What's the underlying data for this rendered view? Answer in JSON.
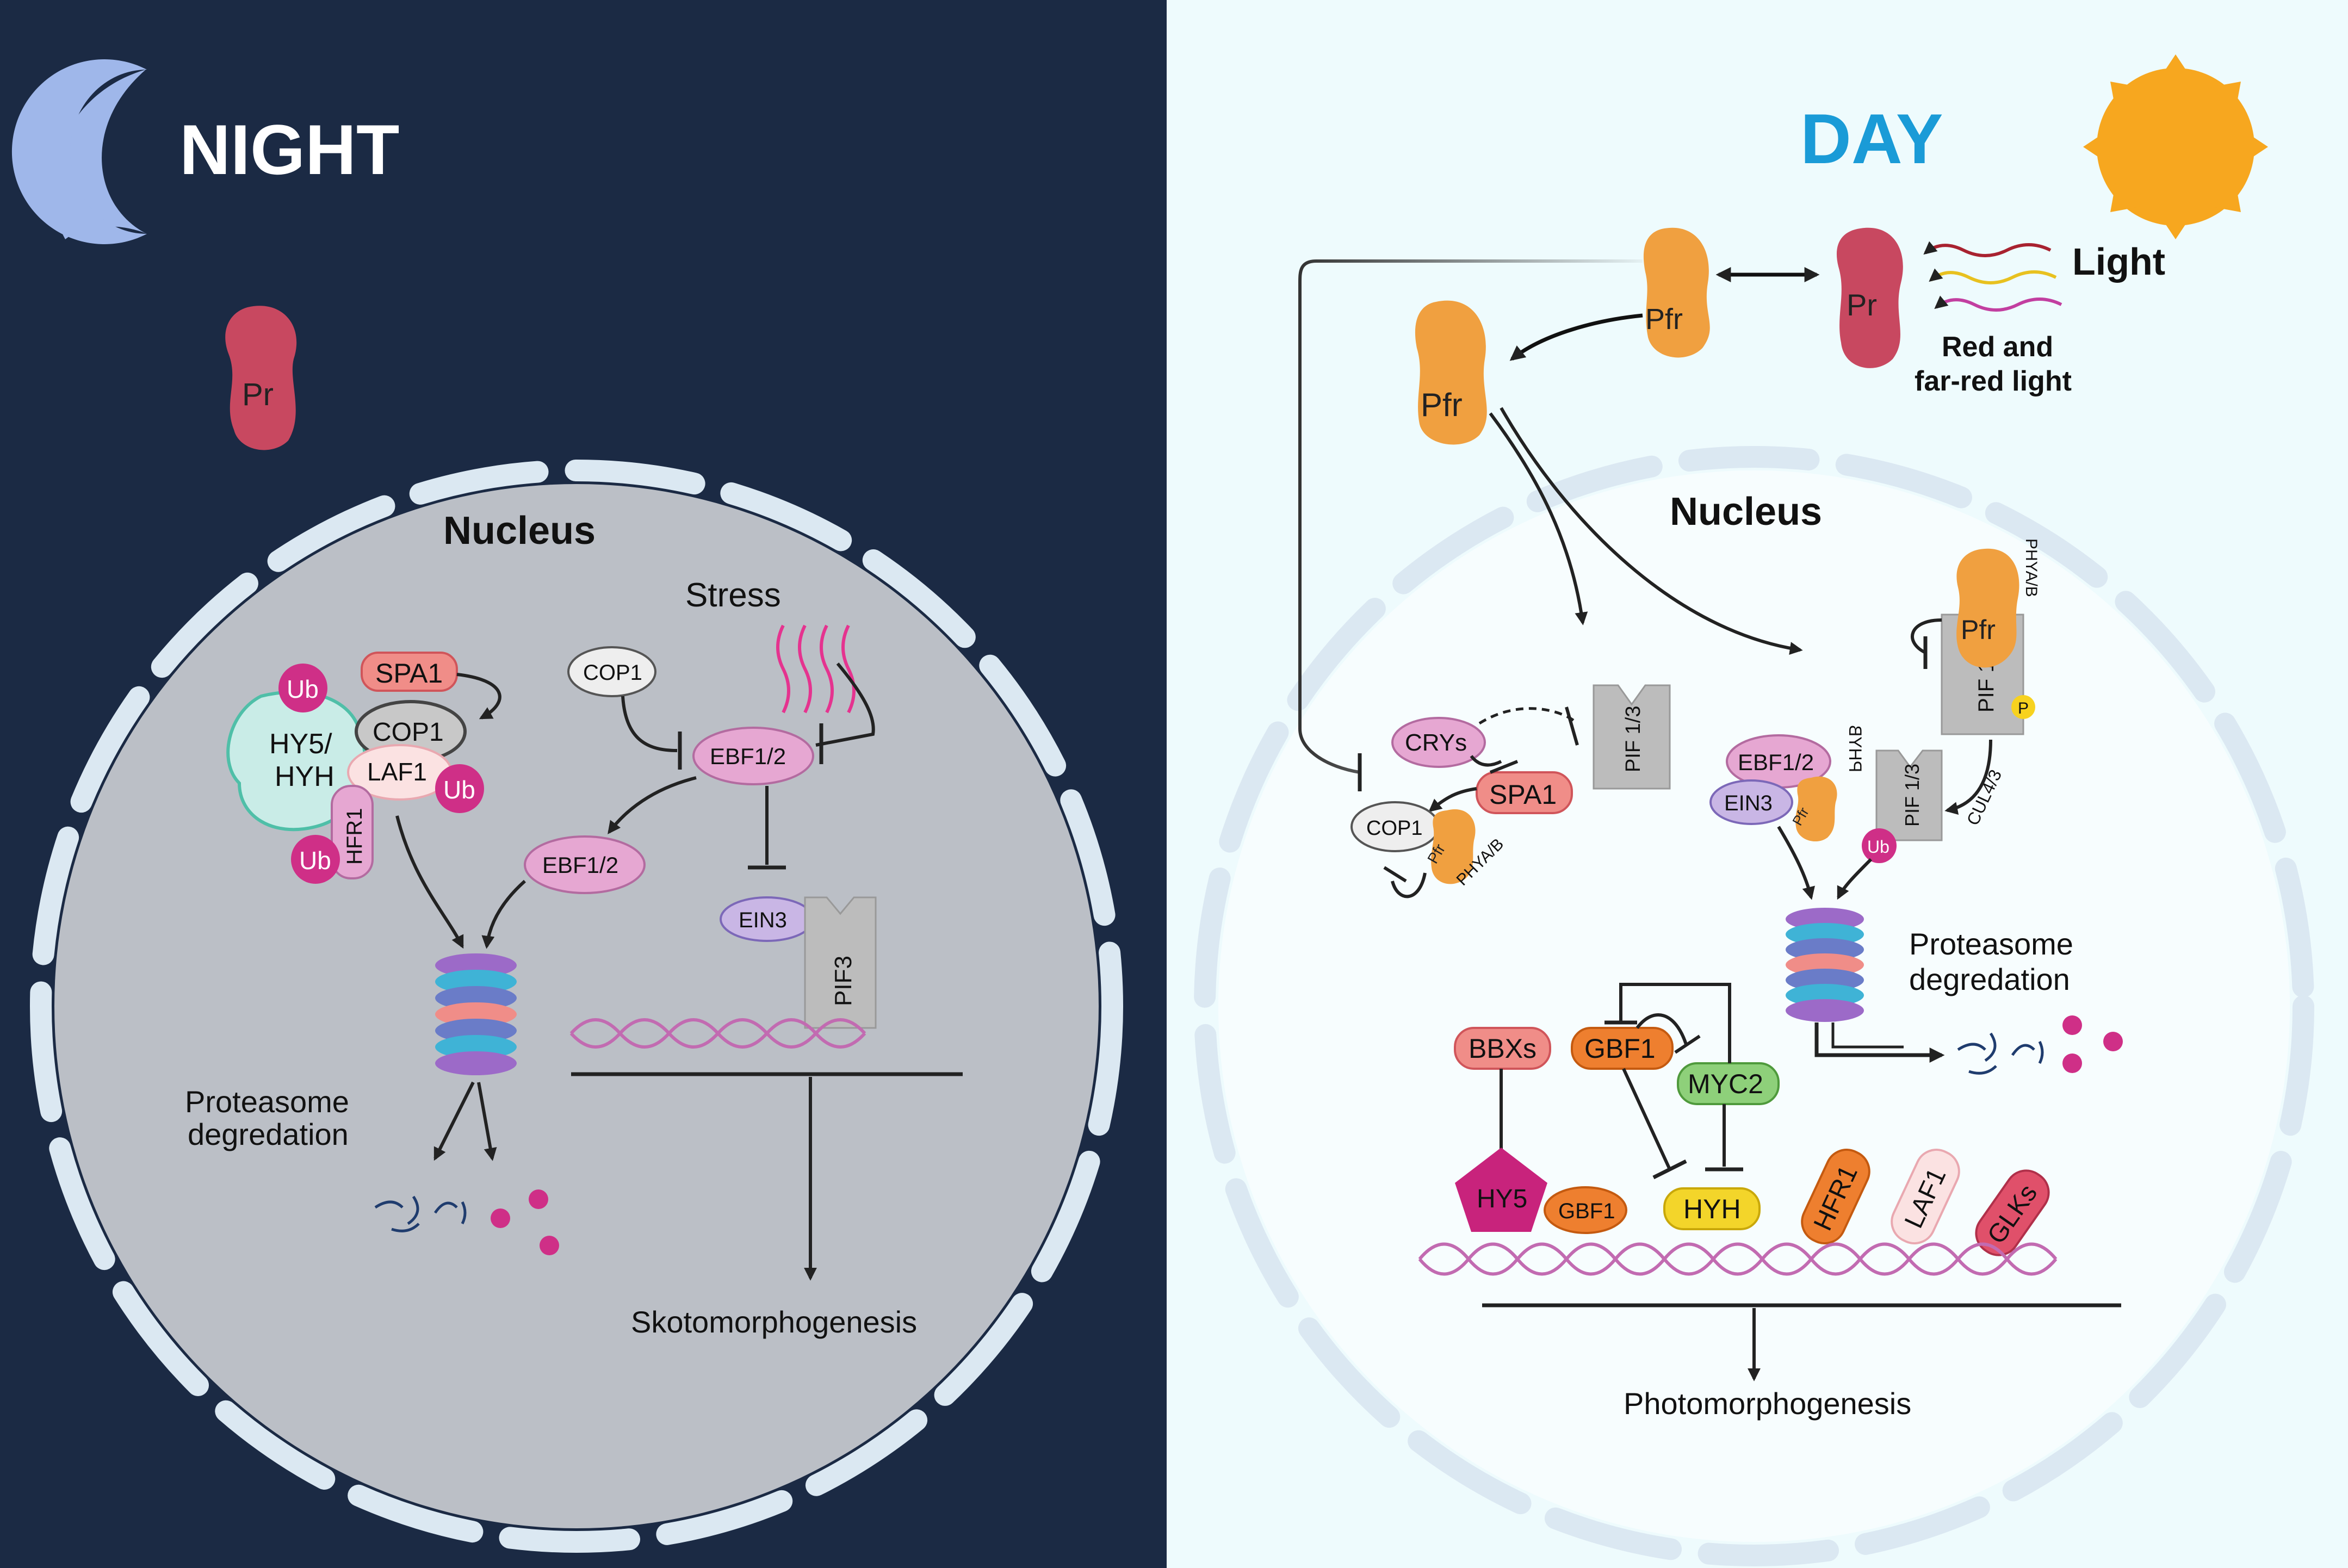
{
  "colors": {
    "night_bg": "#1b2a44",
    "day_bg": "#eefbfd",
    "nucleus_night": "#bbbfc6",
    "nucleus_day": "#f7fdfe",
    "membrane": "#dbe8f2",
    "moon": "#9fb7ea",
    "sun": "#f7a71f",
    "pr": "#c84860",
    "pfr": "#f0a040",
    "ub": "#cf2f87",
    "pif": "#bcbcbc",
    "dna": "#c26bb1"
  },
  "night": {
    "title": "NIGHT",
    "pr": "Pr",
    "nucleus": "Nucleus",
    "stress": "Stress",
    "ub": "Ub",
    "spa1": "SPA1",
    "cop1": "COP1",
    "hy5_hyh_line1": "HY5/",
    "hy5_hyh_line2": "HYH",
    "laf1": "LAF1",
    "hfr1": "HFR1",
    "cop1_small": "COP1",
    "ebf_top": "EBF1/2",
    "ebf_lower": "EBF1/2",
    "ein3": "EIN3",
    "pif3": "PIF3",
    "proteasome_line1": "Proteasome",
    "proteasome_line2": "degredation",
    "outcome": "Skotomorphogenesis"
  },
  "day": {
    "title": "DAY",
    "light": "Light",
    "light_desc_line1": "Red and",
    "light_desc_line2": "far-red light",
    "pr": "Pr",
    "pfr": "Pfr",
    "nucleus": "Nucleus",
    "phyab": "PHYA/B",
    "pif13": "PIF 1/3",
    "p": "P",
    "crys": "CRYs",
    "spa1": "SPA1",
    "cop1": "COP1",
    "pif13_mid": "PIF 1/3",
    "ebf": "EBF1/2",
    "ein3": "EIN3",
    "phyb": "PHYB",
    "pif13_low": "PIF 1/3",
    "cul43": "CUL4/3",
    "ub": "Ub",
    "proteasome_line1": "Proteasome",
    "proteasome_line2": "degredation",
    "bbxs": "BBXs",
    "gbf1": "GBF1",
    "myc2": "MYC2",
    "hy5": "HY5",
    "gbf1_small": "GBF1",
    "hyh": "HYH",
    "hfr1": "HFR1",
    "laf1": "LAF1",
    "glks": "GLKs",
    "outcome": "Photomorphogenesis"
  }
}
